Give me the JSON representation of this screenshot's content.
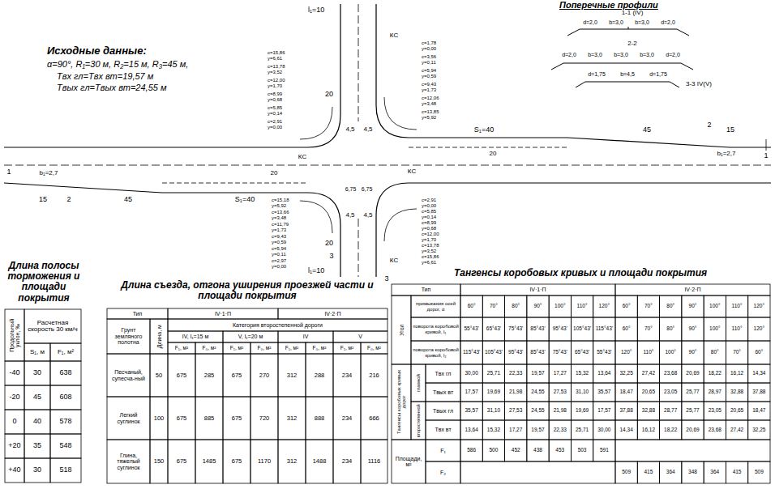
{
  "diagram": {
    "labels": [
      "Исходные данные:",
      "α=90°, R₁=30 м, R₂=15 м, R₃=45 м,",
      "Tвх гл=Tвх вт=19,57 м",
      "Tвых гл=Tвых вт=24,55 м",
      "Поперечные профили",
      "1-1 (IV)",
      "d=2,0",
      "b=3,0",
      "b=3,0",
      "d=2,0",
      "2-2",
      "d=2,0",
      "b=3,0",
      "b=3,0",
      "b=3,0",
      "d=2,0",
      "d=1,75",
      "b=4,5",
      "d=1,75",
      "3-3 IV(V)",
      "l₁=10",
      "20",
      "4,5",
      "4,5",
      "S₁=40",
      "45",
      "15",
      "20",
      "b₁=2,7",
      "1",
      "2",
      "S₁=40",
      "45",
      "15",
      "20",
      "b₁=2,7",
      "1",
      "2",
      "6,75",
      "6,75",
      "4,5",
      "4,5",
      "20",
      "l₁=10",
      "3",
      "3",
      "КС",
      "КС",
      "КС",
      "КС",
      "c=15,86 y=6,61",
      "c=13,78 y=3,52",
      "c=12,00 y=1,70",
      "c=8,99 y=0,68",
      "c=5,85 y=0,14",
      "c=2,91 y=0,00",
      "c=1,78 y=0,00",
      "c=3,56 y=0,11",
      "c=5,94 y=0,59",
      "c=9,43 y=1,73",
      "c=12,06 y=3,48",
      "c=13,85 y=5,92",
      "c=15,18 y=5,92",
      "c=13,66 y=3,48",
      "c=11,79 y=1,73",
      "c=9,43 y=0,59",
      "c=5,94 y=0,11",
      "c=2,97 y=0,00",
      "c=2,91 y=0,00",
      "c=5,85 y=0,14",
      "c=8,99 y=0,68",
      "c=12,00 y=1,70",
      "c=13,78 y=3,52",
      "c=15,86 y=6,61",
      "Длина полосы торможения и площади покрытия",
      "Продольный уклон, ‰",
      "Расчетная скорость 30 км/ч",
      "S₁, м",
      "F₁, м²",
      "-40",
      "30",
      "638",
      "-20",
      "45",
      "608",
      "0",
      "40",
      "578",
      "+20",
      "35",
      "548",
      "+40",
      "30",
      "518",
      "Длина съезда, отгона уширения проезжей части и площади покрытия",
      "Тип",
      "IV·1·П",
      "IV·2·П",
      "Грунт земляного полотна",
      "Длина, м",
      "Категория второстепенной дороги",
      "IV, l₁=15 м",
      "V, l₁=20 м",
      "IV",
      "V",
      "F₁, м²",
      "F₀, м²",
      "F₁, м²",
      "F₀, м²",
      "F₁, м²",
      "F₀, м²",
      "F₁, м²",
      "F₀, м²",
      "Песчаный, супесча-ный",
      "50",
      "675",
      "285",
      "675",
      "270",
      "312",
      "288",
      "234",
      "216",
      "Легкий суглинок",
      "100",
      "675",
      "885",
      "675",
      "720",
      "312",
      "888",
      "234",
      "666",
      "Глина, тяжелый суглинок",
      "150",
      "675",
      "1485",
      "675",
      "1170",
      "312",
      "1488",
      "234",
      "1116",
      "Тангенсы коробовых кривых и площади покрытия",
      "Тип",
      "IV·1·П",
      "IV·2·П",
      "Угол",
      "примыкания осей дорог, α",
      "60°",
      "70°",
      "80°",
      "90°",
      "100°",
      "110°",
      "120°",
      "60°",
      "70°",
      "80°",
      "90°",
      "100°",
      "110°",
      "120°",
      "поворота коробовой кривой, l₁",
      "55°43'",
      "65°43'",
      "75°43'",
      "85°43'",
      "95°43'",
      "105°43'",
      "115°43'",
      "60°",
      "70°",
      "80°",
      "90°",
      "100°",
      "110°",
      "120°",
      "поворота коробовой кривой, l₂",
      "115°43'",
      "105°43'",
      "95°43'",
      "85°43'",
      "75°43'",
      "65°43'",
      "55°43'",
      "120°",
      "110°",
      "100°",
      "90°",
      "80°",
      "70°",
      "60°",
      "Тангенсы коробовых кривых дорог",
      "главной",
      "Tвх гл",
      "30,00",
      "25,71",
      "22,33",
      "19,57",
      "17,27",
      "15,32",
      "13,64",
      "32,25",
      "27,42",
      "23,68",
      "20,69",
      "18,22",
      "16,12",
      "14,34",
      "Tвых вт",
      "17,57",
      "19,69",
      "21,98",
      "24,55",
      "27,53",
      "31,10",
      "35,57",
      "18,47",
      "20,65",
      "23,05",
      "25,77",
      "28,97",
      "32,88",
      "37,88",
      "второстепенной",
      "Tвых гл",
      "35,57",
      "31,10",
      "27,53",
      "24,55",
      "21,98",
      "19,69",
      "17,57",
      "37,88",
      "32,88",
      "28,77",
      "25,77",
      "23,05",
      "20,65",
      "18,47",
      "Tвх вт",
      "13,64",
      "15,32",
      "17,27",
      "19,57",
      "22,33",
      "25,71",
      "30,00",
      "14,34",
      "16,12",
      "18,22",
      "20,69",
      "23,68",
      "27,42",
      "32,25",
      "Площади, м²",
      "F₁",
      "586",
      "500",
      "452",
      "438",
      "453",
      "503",
      "591",
      "F₂",
      "509",
      "415",
      "364",
      "348",
      "364",
      "415",
      "509"
    ]
  }
}
